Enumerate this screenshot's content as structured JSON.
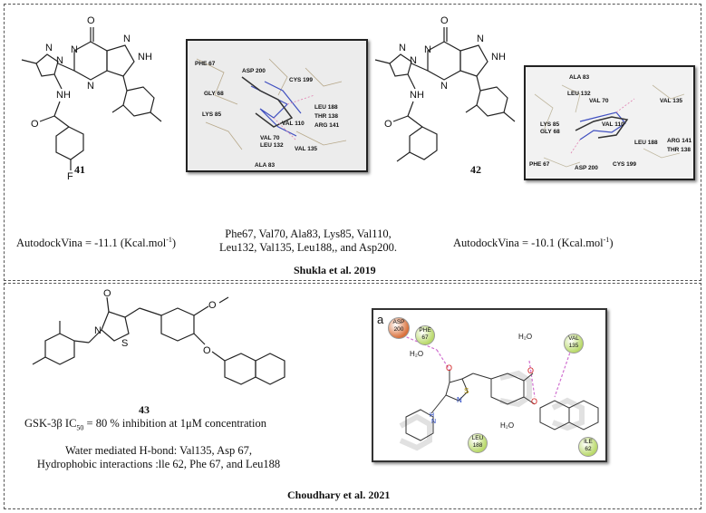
{
  "top": {
    "compound_41": {
      "number": "41",
      "score_label": "AutodockVina =  -11.1 (Kcal.mol",
      "score_sup": "-1",
      "score_suffix": ")"
    },
    "compound_42": {
      "number": "42",
      "score_label": "AutodockVina =  -10.1 (Kcal.mol",
      "score_sup": "-1",
      "score_suffix": ")"
    },
    "residues_line1": "Phe67, Val70, Ala83, Lys85, Val110,",
    "residues_line2": "Leu132, Val135, Leu188,, and Asp200.",
    "citation": "Shukla et al. 2019",
    "docking_41_labels": [
      "PHE 67",
      "ASP 200",
      "CYS 199",
      "GLY 68",
      "LYS 85",
      "VAL 110",
      "LEU 188",
      "THR 138",
      "ARG 141",
      "VAL 70",
      "LEU 132",
      "VAL 135",
      "ALA 83"
    ],
    "docking_42_labels": [
      "ALA 83",
      "LEU 132",
      "VAL 70",
      "VAL 135",
      "LYS 85",
      "GLY 68",
      "VAL 110",
      "LEU 188",
      "ARG 141",
      "THR 138",
      "CYS 199",
      "PHE 67",
      "ASP 200"
    ]
  },
  "bottom": {
    "compound_43": {
      "number": "43"
    },
    "gsk_prefix": "GSK-3β IC",
    "gsk_sub": "50",
    "gsk_suffix": " = 80 % inhibition at 1μM concentration",
    "hbond_line1": "Water mediated H-bond: Val135, Asp 67,",
    "hbond_line2": "Hydrophobic interactions :lle 62, Phe 67, and Leu188",
    "citation": "Choudhary et al. 2021",
    "panel_letter": "a",
    "residues": [
      {
        "name": "ASP",
        "num": "200",
        "color": "#d9703a"
      },
      {
        "name": "PHE",
        "num": "67",
        "color": "#b9d96a"
      },
      {
        "name": "VAL",
        "num": "135",
        "color": "#b9d96a"
      },
      {
        "name": "LEU",
        "num": "188",
        "color": "#b9d96a"
      },
      {
        "name": "ILE",
        "num": "62",
        "color": "#b9d96a"
      }
    ],
    "waters": [
      "H₂O",
      "H₂O",
      "H₂O"
    ]
  }
}
